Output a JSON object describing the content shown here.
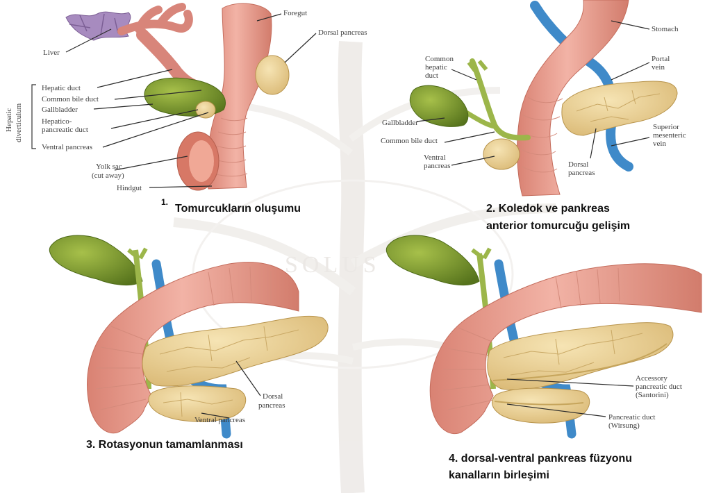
{
  "panel1": {
    "labels": {
      "liver": "Liver",
      "foregut": "Foregut",
      "dorsal_pancreas": "Dorsal pancreas",
      "hepatic_duct": "Hepatic duct",
      "common_bile_duct": "Common bile duct",
      "gallbladder": "Gallbladder",
      "hepatopancreatic_duct_1": "Hepatico-",
      "hepatopancreatic_duct_2": "pancreatic duct",
      "ventral_pancreas": "Ventral pancreas",
      "yolk_sac_1": "Yolk sac",
      "yolk_sac_2": "(cut away)",
      "hindgut": "Hindgut",
      "hepatic_diverticulum_1": "Hepatic",
      "hepatic_diverticulum_2": "diverticulum"
    },
    "number": "1.",
    "caption": "Tomurcukların oluşumu"
  },
  "panel2": {
    "labels": {
      "stomach": "Stomach",
      "common_hepatic_duct_1": "Common",
      "common_hepatic_duct_2": "hepatic",
      "common_hepatic_duct_3": "duct",
      "portal_vein_1": "Portal",
      "portal_vein_2": "vein",
      "gallbladder": "Gallbladder",
      "superior_mesenteric_vein_1": "Superior",
      "superior_mesenteric_vein_2": "mesenteric",
      "superior_mesenteric_vein_3": "vein",
      "common_bile_duct": "Common bile duct",
      "ventral_pancreas_1": "Ventral",
      "ventral_pancreas_2": "pancreas",
      "dorsal_pancreas_1": "Dorsal",
      "dorsal_pancreas_2": "pancreas"
    },
    "caption_line1": "2. Koledok ve pankreas",
    "caption_line2": "anterior tomurcuğu gelişim"
  },
  "panel3": {
    "labels": {
      "dorsal_pancreas_1": "Dorsal",
      "dorsal_pancreas_2": "pancreas",
      "ventral_pancreas": "Ventral pancreas"
    },
    "caption": "3. Rotasyonun tamamlanması"
  },
  "panel4": {
    "labels": {
      "accessory_duct_1": "Accessory",
      "accessory_duct_2": "pancreatic duct",
      "accessory_duct_3": "(Santorini)",
      "pancreatic_duct_1": "Pancreatic duct",
      "pancreatic_duct_2": "(Wirsung)"
    },
    "caption_line1": "4. dorsal-ventral pankreas füzyonu",
    "caption_line2": "kanalların birleşimi"
  },
  "colors": {
    "gut": "#e7978a",
    "gut_dark": "#c9715f",
    "pancreas": "#ead195",
    "pancreas_dark": "#c4a460",
    "gallbladder": "#7e9a2c",
    "gallbladder_dark": "#4f6b17",
    "vein": "#3f8ac9",
    "duct": "#9cb64a",
    "liver": "#9a7fb0",
    "watermark": "#e4e0dc"
  },
  "watermark_text": "SOLUS"
}
